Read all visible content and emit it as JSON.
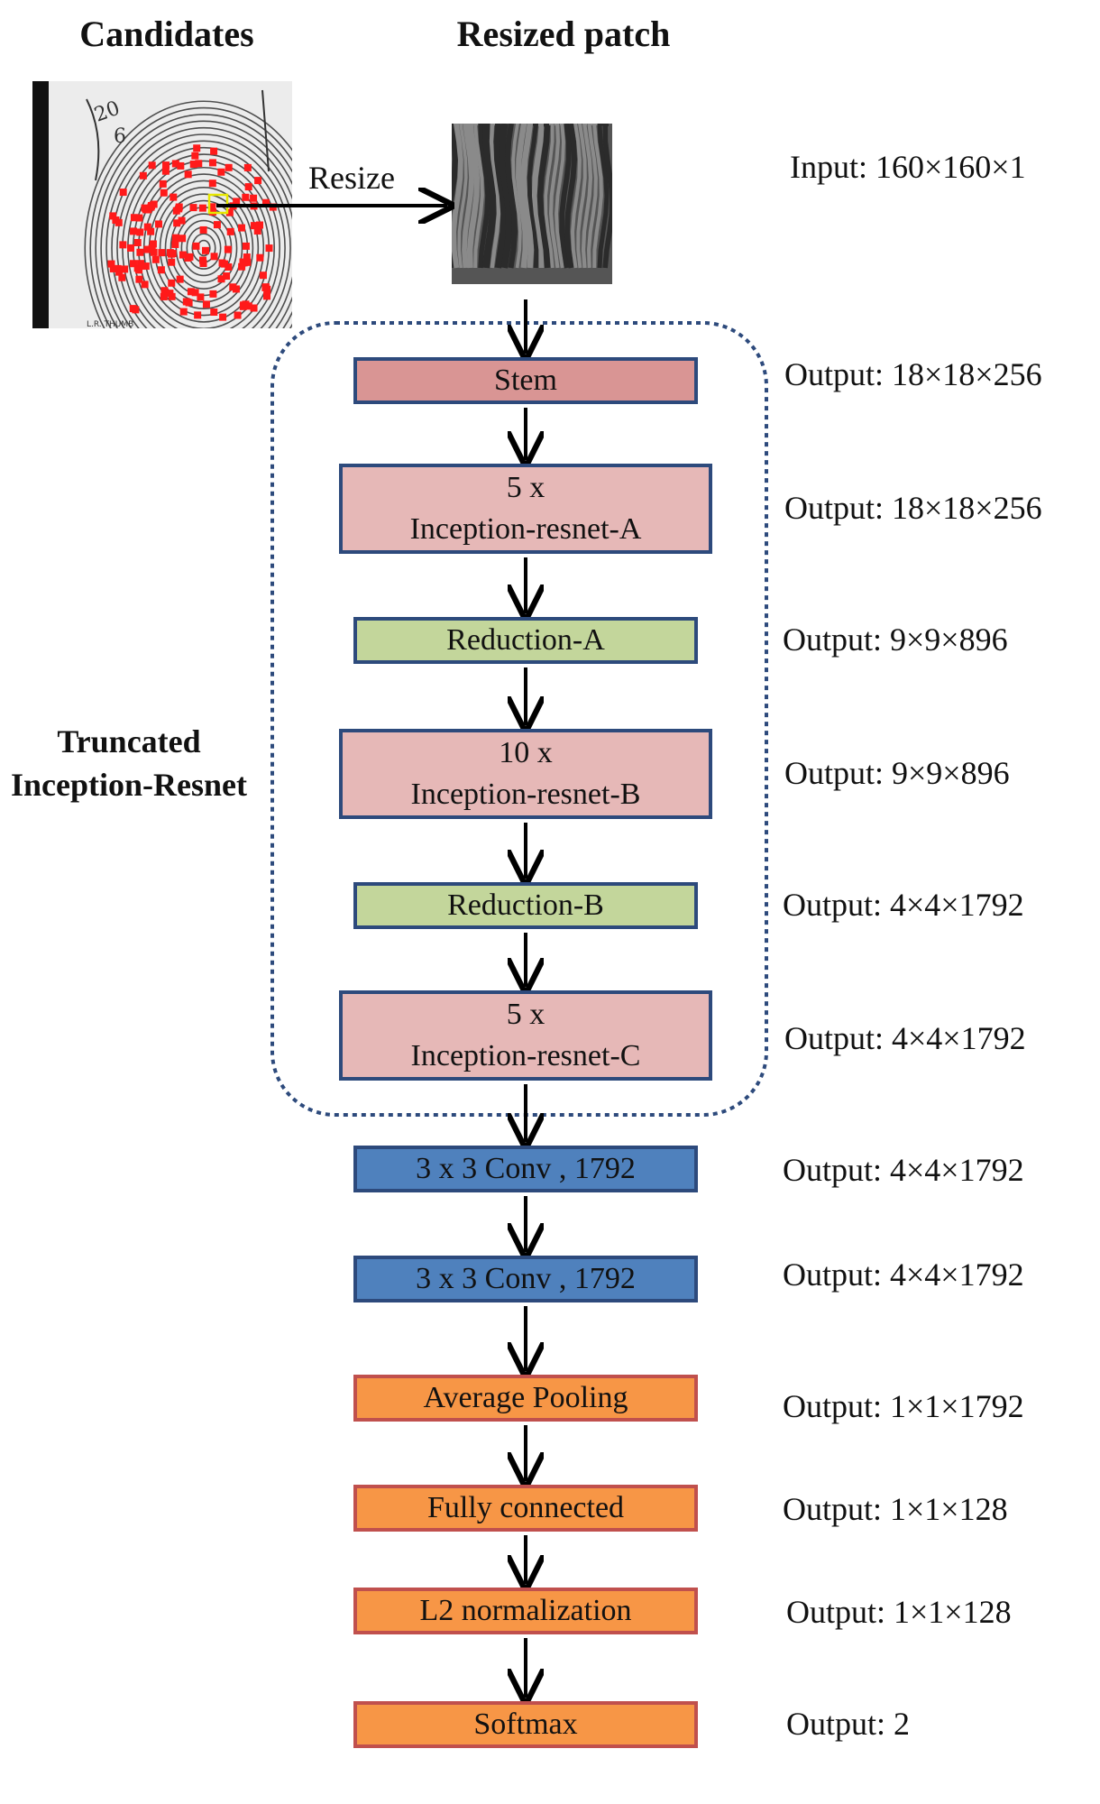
{
  "headers": {
    "candidates": "Candidates",
    "resized_patch": "Resized patch"
  },
  "resize_label": "Resize",
  "input_label": "Input: 160×160×1",
  "side_label": [
    "Truncated",
    "Inception-Resnet"
  ],
  "fingerprint_caption": "L.R. THUMB",
  "fingerprint_marks": [
    "20",
    "6"
  ],
  "blocks": [
    {
      "line1": "Stem",
      "line2": "",
      "output": "Output: 18×18×256"
    },
    {
      "line1": "5 x",
      "line2": "Inception-resnet-A",
      "output": "Output: 18×18×256"
    },
    {
      "line1": "Reduction-A",
      "line2": "",
      "output": "Output: 9×9×896"
    },
    {
      "line1": "10 x",
      "line2": "Inception-resnet-B",
      "output": "Output: 9×9×896"
    },
    {
      "line1": "Reduction-B",
      "line2": "",
      "output": "Output: 4×4×1792"
    },
    {
      "line1": "5 x",
      "line2": "Inception-resnet-C",
      "output": "Output: 4×4×1792"
    },
    {
      "line1": "3 x 3 Conv , 1792",
      "line2": "",
      "output": "Output: 4×4×1792"
    },
    {
      "line1": "3 x 3 Conv , 1792",
      "line2": "",
      "output": "Output: 4×4×1792"
    },
    {
      "line1": "Average Pooling",
      "line2": "",
      "output": "Output: 1×1×1792"
    },
    {
      "line1": "Fully connected",
      "line2": "",
      "output": "Output: 1×1×128"
    },
    {
      "line1": "L2 normalization",
      "line2": "",
      "output": "Output: 1×1×128"
    },
    {
      "line1": "Softmax",
      "line2": "",
      "output": "Output: 2"
    }
  ],
  "colors": {
    "stem": "#d99594",
    "inception": "#e6b8b7",
    "reduction": "#c3d69b",
    "conv": "#4f81bd",
    "head": "#f79646",
    "dotted_border": "#2d4a7c",
    "minutiae": "#ff1a1a",
    "patch_box": "#e6e600"
  }
}
